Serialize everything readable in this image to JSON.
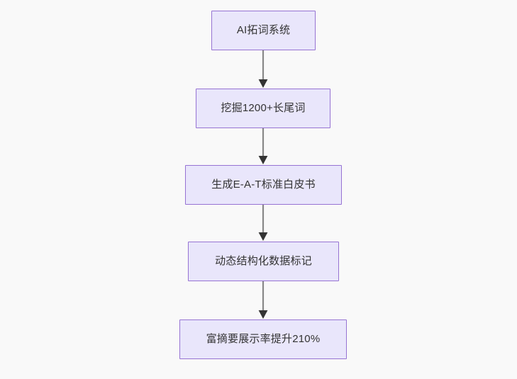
{
  "diagram": {
    "type": "flowchart",
    "direction": "top-to-bottom",
    "background_color": "#f9f9f9",
    "node_fill_color": "#e9e6fb",
    "node_border_color": "#9673d3",
    "node_text_color": "#333333",
    "edge_line_color": "#888888",
    "edge_arrow_color": "#333333",
    "nodes": [
      {
        "id": "n0",
        "label": "AI拓词系统"
      },
      {
        "id": "n1",
        "label": "挖掘1200+长尾词"
      },
      {
        "id": "n2",
        "label": "生成E-A-T标准白皮书"
      },
      {
        "id": "n3",
        "label": "动态结构化数据标记"
      },
      {
        "id": "n4",
        "label": "富摘要展示率提升210%"
      }
    ],
    "edges": [
      {
        "id": "e0",
        "from": "n0",
        "to": "n1",
        "label": ""
      },
      {
        "id": "e1",
        "from": "n1",
        "to": "n2",
        "label": ""
      },
      {
        "id": "e2",
        "from": "n2",
        "to": "n3",
        "label": ""
      },
      {
        "id": "e3",
        "from": "n3",
        "to": "n4",
        "label": ""
      }
    ]
  }
}
